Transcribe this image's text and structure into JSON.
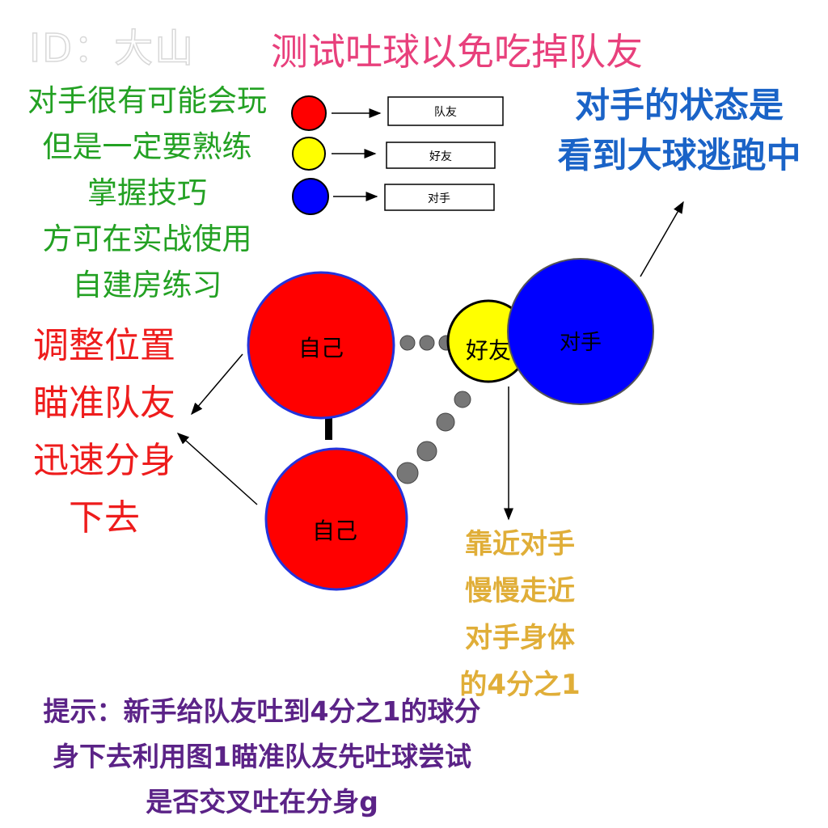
{
  "watermark": "ID：大山",
  "title": "测试吐球以免吃掉队友",
  "legend": [
    {
      "label": "队友",
      "color": "#ff0000"
    },
    {
      "label": "好友",
      "color": "#ffff00"
    },
    {
      "label": "对手",
      "color": "#0000ff"
    }
  ],
  "green_notes": [
    "对手很有可能会玩",
    "但是一定要熟练",
    "掌握技巧",
    "方可在实战使用",
    "自建房练习"
  ],
  "blue_notes": [
    "对手的状态是",
    "看到大球逃跑中"
  ],
  "red_notes": [
    "调整位置",
    "瞄准队友",
    "迅速分身",
    "下去"
  ],
  "orange_notes": [
    "靠近对手",
    "慢慢走近",
    "对手身体",
    "的4分之1"
  ],
  "purple_notes": [
    "提示：新手给队友吐到4分之1的球分",
    "身下去利用图1瞄准队友先吐球尝试",
    "是否交叉吐在分身g"
  ],
  "balls": {
    "self_top": "自己",
    "self_bottom": "自己",
    "friend": "好友",
    "opponent": "对手"
  },
  "colors": {
    "red": "#ff0000",
    "yellow": "#ffff00",
    "blue": "#0000ff",
    "dot": "#777777"
  }
}
